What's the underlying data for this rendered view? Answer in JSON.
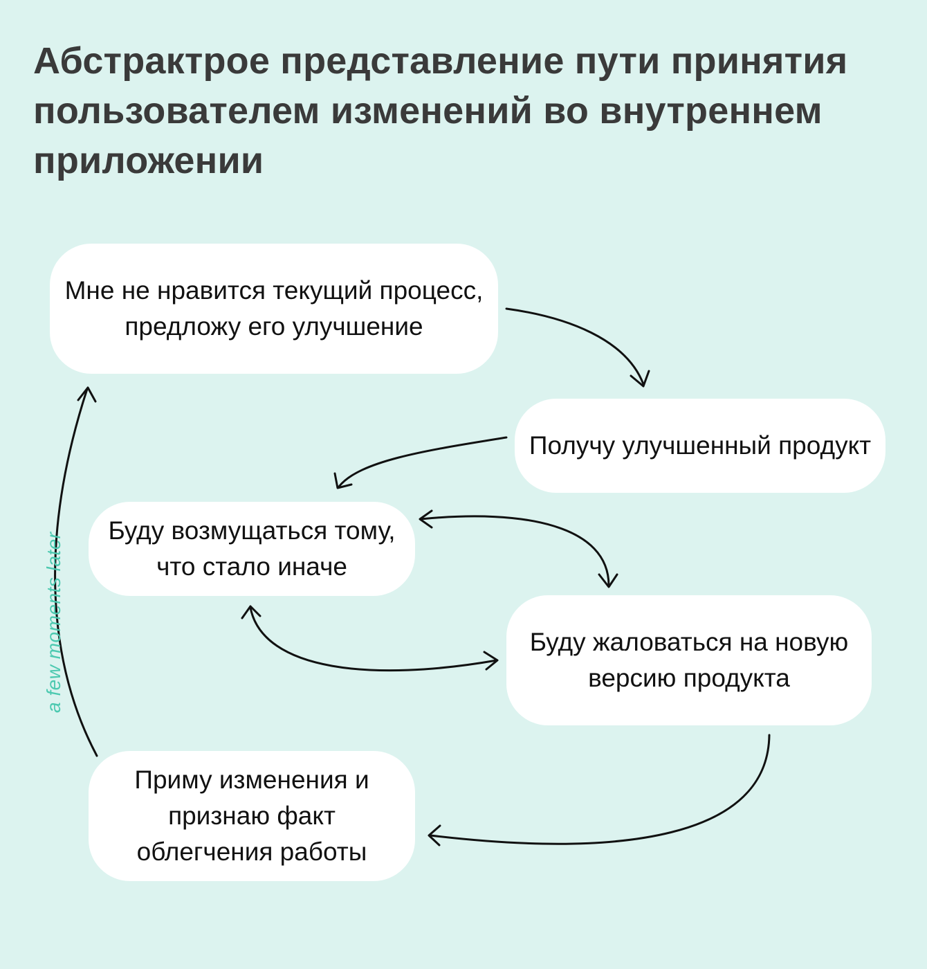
{
  "title": "Абстрактрое представление пути принятия пользователем изменений во внутреннем приложении",
  "nodes": {
    "improve": "Мне не нравится текущий процесс, предложу его улучшение",
    "receive": "Получу улучшенный продукт",
    "resent": "Буду возмущаться тому, что стало иначе",
    "complain": "Буду жаловаться на новую версию продукта",
    "accept": "Приму изменения и признаю факт облегчения работы"
  },
  "side_label": "a few moments later",
  "colors": {
    "background": "#dcf3ef",
    "box": "#ffffff",
    "accent": "#4cc9b0",
    "arrow": "#111111"
  }
}
